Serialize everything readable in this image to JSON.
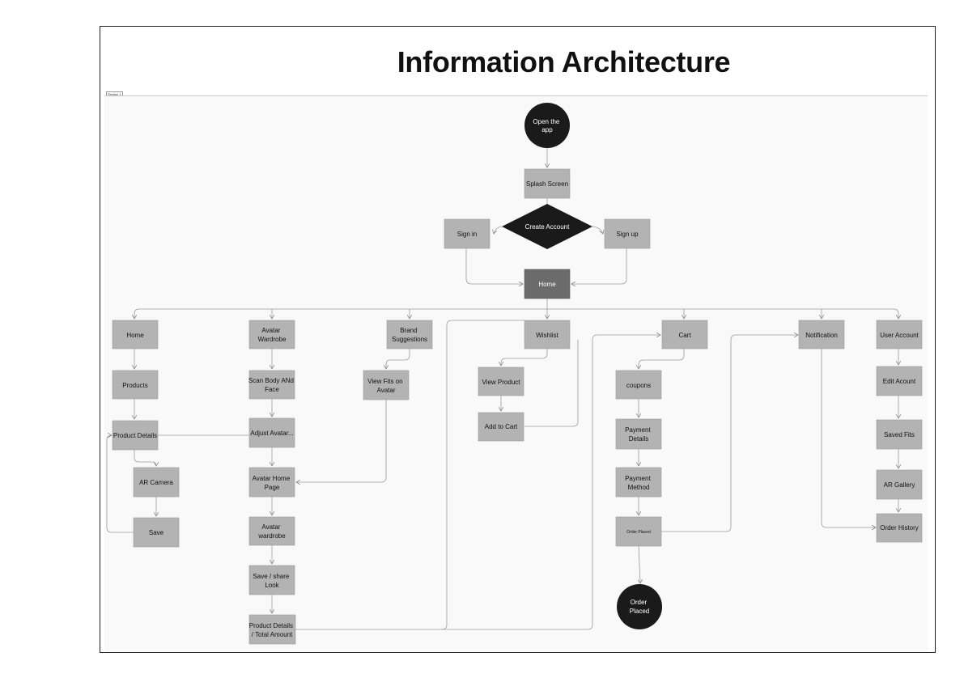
{
  "title": "Information Architecture",
  "section_label": "Section 1",
  "nodes": {
    "open_app": [
      "Open the",
      "app"
    ],
    "splash": [
      "Splash Screen"
    ],
    "create_account": [
      "Create Account"
    ],
    "sign_in": [
      "Sign in"
    ],
    "sign_up": [
      "Sign up"
    ],
    "home_hub": [
      "Home"
    ],
    "home": [
      "Home"
    ],
    "products": [
      "Products"
    ],
    "product_details": [
      "Product Details"
    ],
    "ar_camera": [
      "AR Camera"
    ],
    "save": [
      "Save"
    ],
    "avatar_wardrobe": [
      "Avatar",
      "Wardrobe"
    ],
    "scan_body": [
      "Scan Body ANd",
      "Face"
    ],
    "adjust_avatar": [
      "Adjust Avatar..."
    ],
    "avatar_home": [
      "Avatar Home",
      "Page"
    ],
    "avatar_wardrobe_2": [
      "Avatar",
      "wardrobe"
    ],
    "save_share": [
      "Save / share",
      "Look"
    ],
    "product_total": [
      "Product Details",
      "/ Total Amount"
    ],
    "brand_suggestions": [
      "Brand",
      "Suggestions"
    ],
    "view_fits": [
      "View Fits on",
      "Avatar"
    ],
    "wishlist": [
      "Wishlist"
    ],
    "view_product": [
      "View Product"
    ],
    "add_to_cart": [
      "Add to Cart"
    ],
    "cart": [
      "Cart"
    ],
    "coupons": [
      "coupons"
    ],
    "payment_details": [
      "Payment",
      "Details"
    ],
    "payment_method": [
      "Payment",
      "Method"
    ],
    "order_placed_box": [
      "Order Placed"
    ],
    "order_placed_end": [
      "Order",
      "Placed"
    ],
    "notification": [
      "Notification"
    ],
    "user_account": [
      "User Account"
    ],
    "edit_account": [
      "Edit Acount"
    ],
    "saved_fits": [
      "Saved Fits"
    ],
    "ar_gallery": [
      "AR Gallery"
    ],
    "order_history": [
      "Order History"
    ]
  },
  "colors": {
    "box": "#b3b3b3",
    "hub": "#6b6b6b",
    "terminal": "#1a1a1a",
    "connector": "#9a9a9a"
  }
}
